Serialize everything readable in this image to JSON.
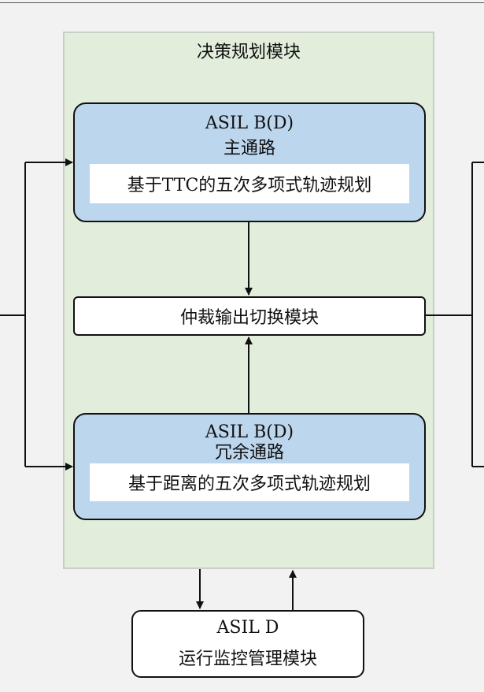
{
  "decision_module": {
    "title": "决策规划模块"
  },
  "main_path": {
    "asil": "ASIL B(D)",
    "name": "主通路",
    "algorithm": "基于TTC的五次多项式轨迹规划"
  },
  "arbitration": {
    "label": "仲裁输出切换模块"
  },
  "redundant_path": {
    "asil": "ASIL B(D)",
    "name": "冗余通路",
    "algorithm": "基于距离的五次多项式轨迹规划"
  },
  "monitor": {
    "asil": "ASIL D",
    "label": "运行监控管理模块"
  }
}
